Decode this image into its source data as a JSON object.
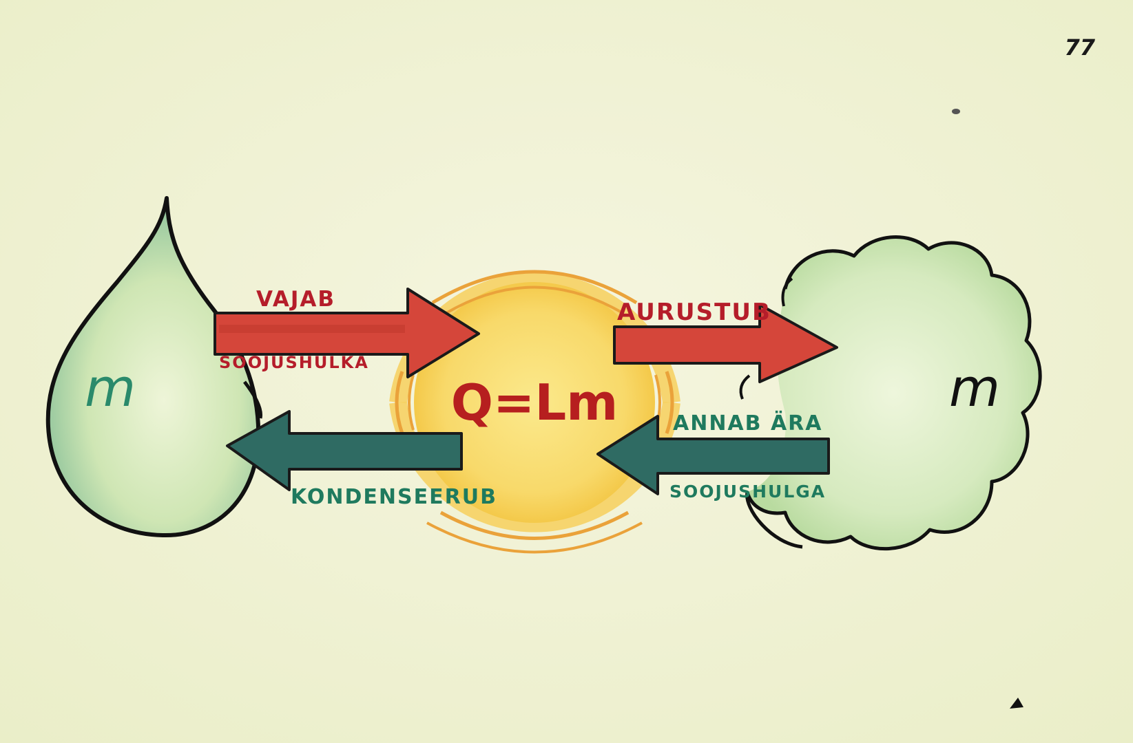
{
  "page_number": "77",
  "drop": {
    "mass_label": "m"
  },
  "cloud": {
    "mass_label": "m"
  },
  "center": {
    "formula": "Q=Lm"
  },
  "arrows": {
    "top_left": {
      "label_above": "VAJAB",
      "label_below": "SOOJUSHULKA"
    },
    "top_right": {
      "label_above": "AURUSTUB"
    },
    "bottom_left": {
      "label_below": "KONDENSEERUB"
    },
    "bottom_right": {
      "label_above": "ANNAB ÄRA",
      "label_below": "SOOJUSHULGA"
    }
  },
  "colors": {
    "background": "#f3f3dc",
    "drop_fill": "#bcdca2",
    "cloud_fill": "#cfe6b6",
    "sun_fill": "#f8d96a",
    "sun_rings": "#e9a13a",
    "red_arrow": "#d5463a",
    "teal_arrow": "#2f6b63",
    "red_text": "#b51d2a",
    "green_text": "#1f7a5e"
  }
}
